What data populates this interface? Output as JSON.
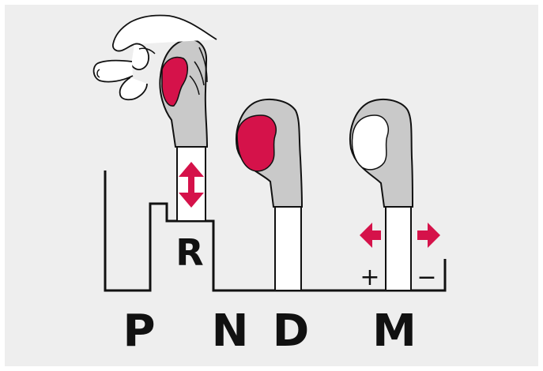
{
  "gate": {
    "labels": {
      "park": "P",
      "reverse": "R",
      "neutral": "N",
      "drive": "D",
      "manual": "M"
    },
    "manual_plus": "+",
    "manual_minus": "−"
  },
  "colors": {
    "panel": "#eeeeee",
    "frame": "#ffffff",
    "ink": "#111111",
    "knob_gray": "#c9c9c9",
    "accent_red": "#d5124a",
    "knob_white": "#ffffff"
  },
  "icons": {
    "up_down": "double-arrow-vertical-icon",
    "left": "arrow-left-icon",
    "right": "arrow-right-icon"
  }
}
